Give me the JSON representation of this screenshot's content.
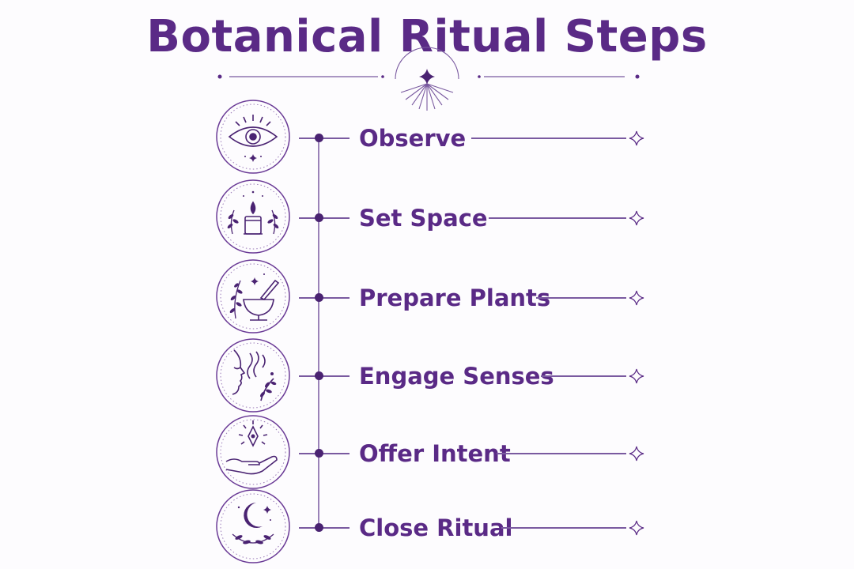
{
  "title": "Botanical Ritual Steps",
  "colors": {
    "primary": "#5a2a86",
    "line": "#7a5aa0",
    "background": "#fdfcfe"
  },
  "steps": [
    {
      "label": "Observe",
      "icon": "eye-icon"
    },
    {
      "label": "Set Space",
      "icon": "candle-icon"
    },
    {
      "label": "Prepare Plants",
      "icon": "mortar-pestle-icon"
    },
    {
      "label": "Engage Senses",
      "icon": "face-scent-icon"
    },
    {
      "label": "Offer Intent",
      "icon": "hand-offering-icon"
    },
    {
      "label": "Close Ritual",
      "icon": "crescent-moon-icon"
    }
  ]
}
